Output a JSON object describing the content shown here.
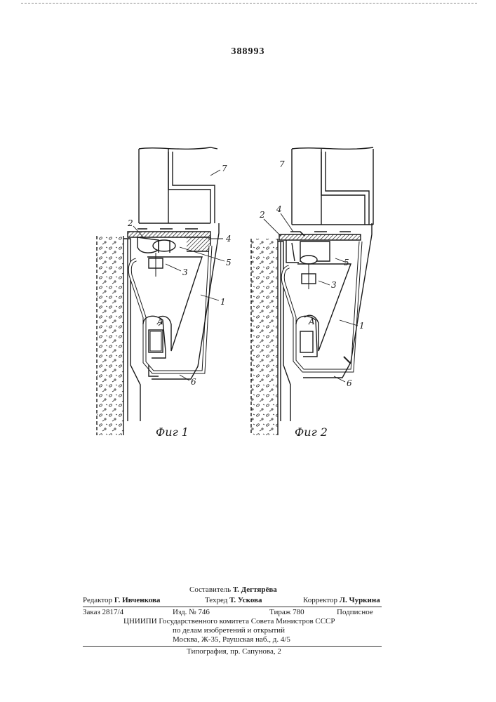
{
  "patent_number": "388993",
  "figures": [
    {
      "caption": "Фиг 1",
      "labels": {
        "l1": "1",
        "l2": "2",
        "l3": "3",
        "l4": "4",
        "l5": "5",
        "l6": "6",
        "l7": "7",
        "lA": "A"
      }
    },
    {
      "caption": "Фиг 2",
      "labels": {
        "l1": "1",
        "l2": "2",
        "l3": "3",
        "l4": "4",
        "l5": "5",
        "l6": "6",
        "l7": "7",
        "lA": "A"
      }
    }
  ],
  "footer": {
    "compiler_label": "Составитель",
    "compiler_name": "Т. Дегтярёва",
    "editor_label": "Редактор",
    "editor_name": "Г. Ивченкова",
    "techred_label": "Техред",
    "techred_name": "Т. Ускова",
    "corrector_label": "Корректор",
    "corrector_name": "Л. Чуркина",
    "order": "Заказ  2817/4",
    "edition": "Изд.  № 746",
    "print_run": "Тираж  780",
    "subscription": "Подписное",
    "org_line1": "ЦНИИПИ  Государственного комитета Совета Министров СССР",
    "org_line2": "по делам изобретений и открытий",
    "address": "Москва, Ж-35, Раушская наб., д. 4/5",
    "printer": "Типография, пр. Сапунова, 2"
  }
}
